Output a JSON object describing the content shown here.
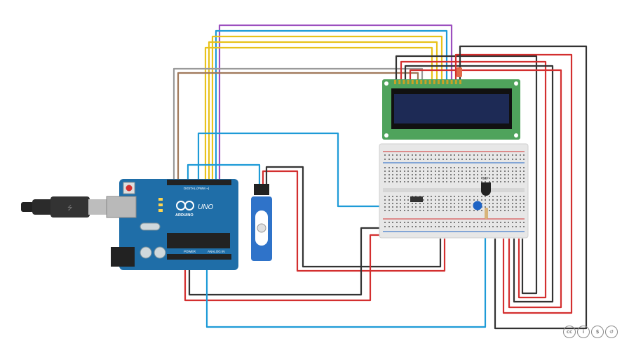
{
  "board": {
    "brand_label": "ARDUINO",
    "model_label": "UNO",
    "digital_label": "DIGITAL (PWM ~)",
    "power_label": "POWER",
    "analog_label": "ANALOG IN"
  },
  "chips": {
    "sensor_label": "TMP"
  },
  "license": {
    "cc": "cc",
    "by": "i",
    "nc": "$",
    "sa": "↺"
  },
  "colors": {
    "wire_red": "#d32f2f",
    "wire_black": "#333333",
    "wire_blue": "#1e9bd7",
    "wire_purple": "#9c4fbf",
    "wire_yellow": "#e8c21a",
    "wire_brown": "#a0785a",
    "wire_grey": "#9a9a9a",
    "arduino_blue": "#1f6ea8",
    "lcd_green": "#4fa35c",
    "lcd_screen": "#1d2a55"
  }
}
